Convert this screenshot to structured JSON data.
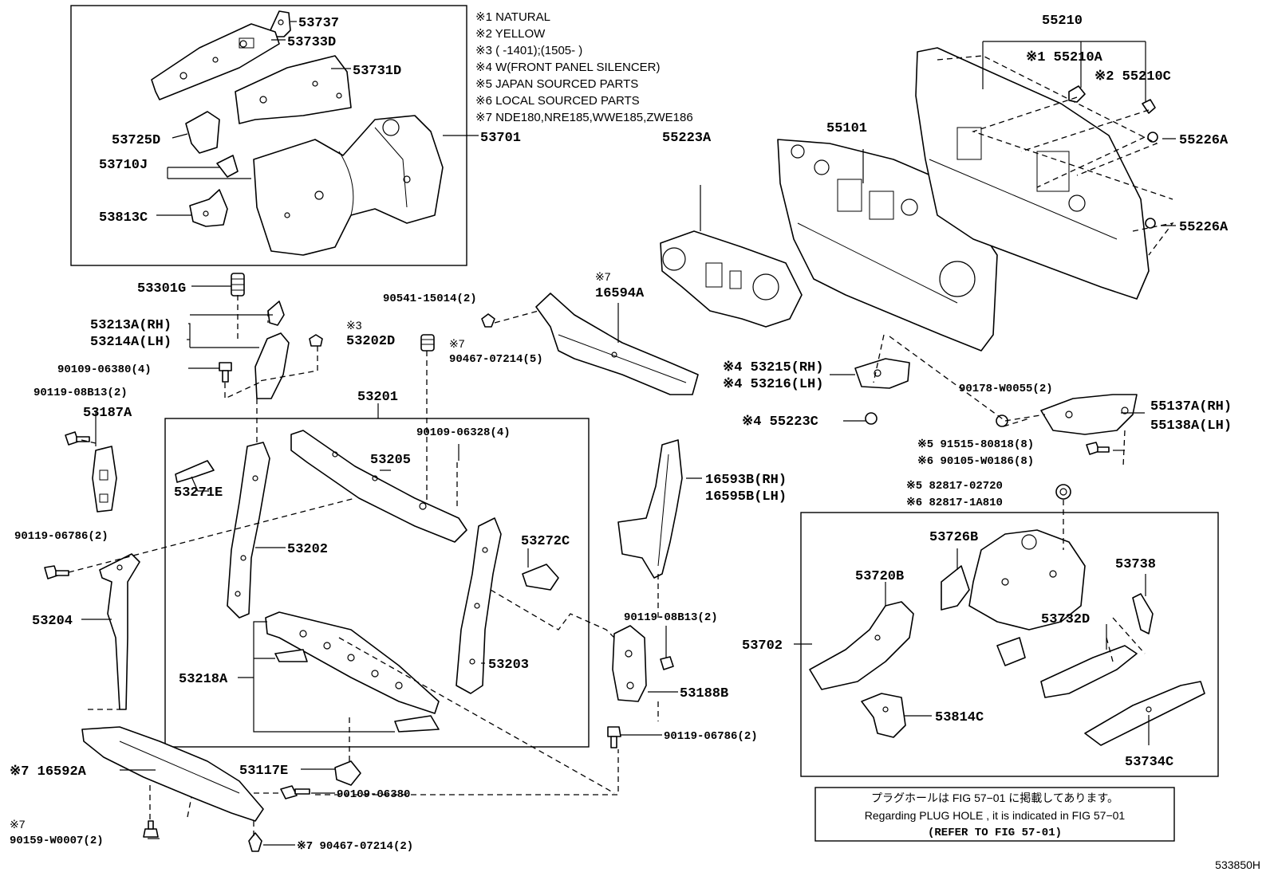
{
  "notes": [
    "※1 NATURAL",
    "※2 YELLOW",
    "※3 (         -1401);(1505-         )",
    "※4 W(FRONT PANEL SILENCER)",
    "※5 JAPAN SOURCED PARTS",
    "※6 LOCAL SOURCED PARTS",
    "※7 NDE180,NRE185,WWE185,ZWE186"
  ],
  "labels": {
    "p53737": "53737",
    "p53733D": "53733D",
    "p53731D": "53731D",
    "p53725D": "53725D",
    "p53701": "53701",
    "p53710J": "53710J",
    "p53813C": "53813C",
    "p53301G": "53301G",
    "p53213A": "53213A(RH)",
    "p53214A": "53214A(LH)",
    "p53202D_mark": "※3",
    "p53202D": "53202D",
    "p90109_06380_4": "90109-06380(4)",
    "p90541": "90541-15014(2)",
    "p90119_08B13_2": "90119-08B13(2)",
    "p53187A": "53187A",
    "p53201": "53201",
    "p90109_06328": "90109-06328(4)",
    "p53205": "53205",
    "p53271E": "53271E",
    "p90119_06786_2": "90119-06786(2)",
    "p53202": "53202",
    "p53272C": "53272C",
    "p53204": "53204",
    "p53203": "53203",
    "p53218A": "53218A",
    "p16592A": "※7 16592A",
    "p53117E": "53117E",
    "p90109_06380": "90109-06380",
    "p90159_mark": "※7",
    "p90159": "90159-W0007(2)",
    "p90467_bottom": "※7 90467-07214(2)",
    "p16594A_mark": "※7",
    "p16594A": "16594A",
    "p90467_5_mark": "※7",
    "p90467_5": "90467-07214(5)",
    "p55223A": "55223A",
    "p55101": "55101",
    "p55210": "55210",
    "p55210A": "※1 55210A",
    "p55210C": "※2 55210C",
    "p55226A_1": "55226A",
    "p55226A_2": "55226A",
    "p53215": "※4 53215(RH)",
    "p53216": "※4 53216(LH)",
    "p55223C": "※4 55223C",
    "p90178": "90178-W0055(2)",
    "p55137A": "55137A(RH)",
    "p55138A": "55138A(LH)",
    "p91515": "※5 91515-80818(8)",
    "p90105": "※6 90105-W0186(8)",
    "p82817_02720": "※5 82817-02720",
    "p82817_1A810": "※6 82817-1A810",
    "p16593B": "16593B(RH)",
    "p16595B": "16595B(LH)",
    "p90119_08B13_b": "90119-08B13(2)",
    "p53188B": "53188B",
    "p90119_06786_b": "90119-06786(2)",
    "p53726B": "53726B",
    "p53720B": "53720B",
    "p53738": "53738",
    "p53702": "53702",
    "p53732D": "53732D",
    "p53814C": "53814C",
    "p53734C": "53734C"
  },
  "reference_note": {
    "line1": "プラグホールは FIG 57−01 に掲載してあります。",
    "line2": "Regarding  PLUG  HOLE , it is indicated in  FIG  57−01",
    "line3": "(REFER TO FIG 57-01)"
  },
  "figure_id": "533850H"
}
